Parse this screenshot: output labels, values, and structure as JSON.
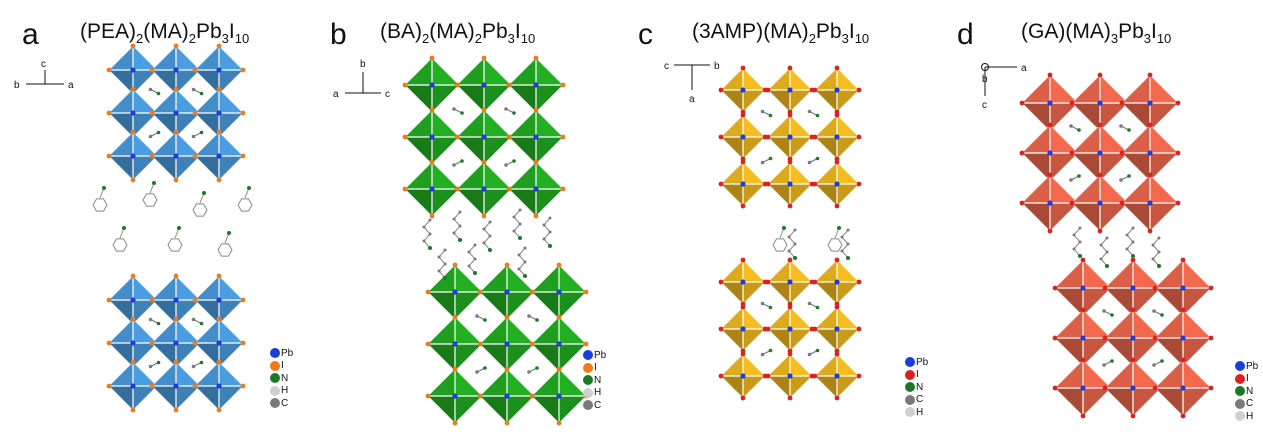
{
  "panels": [
    {
      "letter": "a",
      "title": {
        "t1": "(PEA)",
        "s1": "2",
        "t2": "(MA)",
        "s2": "2",
        "t3": "Pb",
        "s3": "3",
        "t4": "I",
        "s4": "10"
      },
      "axes": {
        "up": "c",
        "left": "b",
        "right": "a"
      },
      "octahedron_color": "#4a9de0",
      "iodide_color": "#f07a1a",
      "legend": [
        {
          "color": "#1a3de0",
          "label": "Pb"
        },
        {
          "color": "#f07a1a",
          "label": "I"
        },
        {
          "color": "#1a7a2a",
          "label": "N"
        },
        {
          "color": "#cfcfcf",
          "label": "H"
        },
        {
          "color": "#7a7a7a",
          "label": "C"
        }
      ]
    },
    {
      "letter": "b",
      "title": {
        "t1": "(BA)",
        "s1": "2",
        "t2": "(MA)",
        "s2": "2",
        "t3": "Pb",
        "s3": "3",
        "t4": "I",
        "s4": "10"
      },
      "axes": {
        "up": "b",
        "left": "a",
        "right": "c"
      },
      "octahedron_color": "#22b022",
      "iodide_color": "#f07a1a",
      "legend": [
        {
          "color": "#1a3de0",
          "label": "Pb"
        },
        {
          "color": "#f07a1a",
          "label": "I"
        },
        {
          "color": "#1a7a2a",
          "label": "N"
        },
        {
          "color": "#cfcfcf",
          "label": "H"
        },
        {
          "color": "#7a7a7a",
          "label": "C"
        }
      ]
    },
    {
      "letter": "c",
      "title": {
        "t1": "(3AMP)",
        "s1": "",
        "t2": "(MA)",
        "s2": "2",
        "t3": "Pb",
        "s3": "3",
        "t4": "I",
        "s4": "10"
      },
      "axes": {
        "down": "a",
        "left": "c",
        "right": "b"
      },
      "octahedron_color": "#f5bd1f",
      "iodide_color": "#e02020",
      "legend": [
        {
          "color": "#1a3de0",
          "label": "Pb"
        },
        {
          "color": "#e02020",
          "label": "I"
        },
        {
          "color": "#1a7a2a",
          "label": "N"
        },
        {
          "color": "#7a7a7a",
          "label": "C"
        },
        {
          "color": "#cfcfcf",
          "label": "H"
        }
      ]
    },
    {
      "letter": "d",
      "title": {
        "t1": "(GA)",
        "s1": "",
        "t2": "(MA)",
        "s2": "3",
        "t3": "Pb",
        "s3": "3",
        "t4": "I",
        "s4": "10"
      },
      "axes": {
        "center": "b",
        "right": "a",
        "down": "c"
      },
      "octahedron_color": "#f2694e",
      "iodide_color": "#e02020",
      "legend": [
        {
          "color": "#1a3de0",
          "label": "Pb"
        },
        {
          "color": "#e02020",
          "label": "I"
        },
        {
          "color": "#1a7a2a",
          "label": "N"
        },
        {
          "color": "#7a7a7a",
          "label": "C"
        },
        {
          "color": "#cfcfcf",
          "label": "H"
        }
      ]
    }
  ]
}
